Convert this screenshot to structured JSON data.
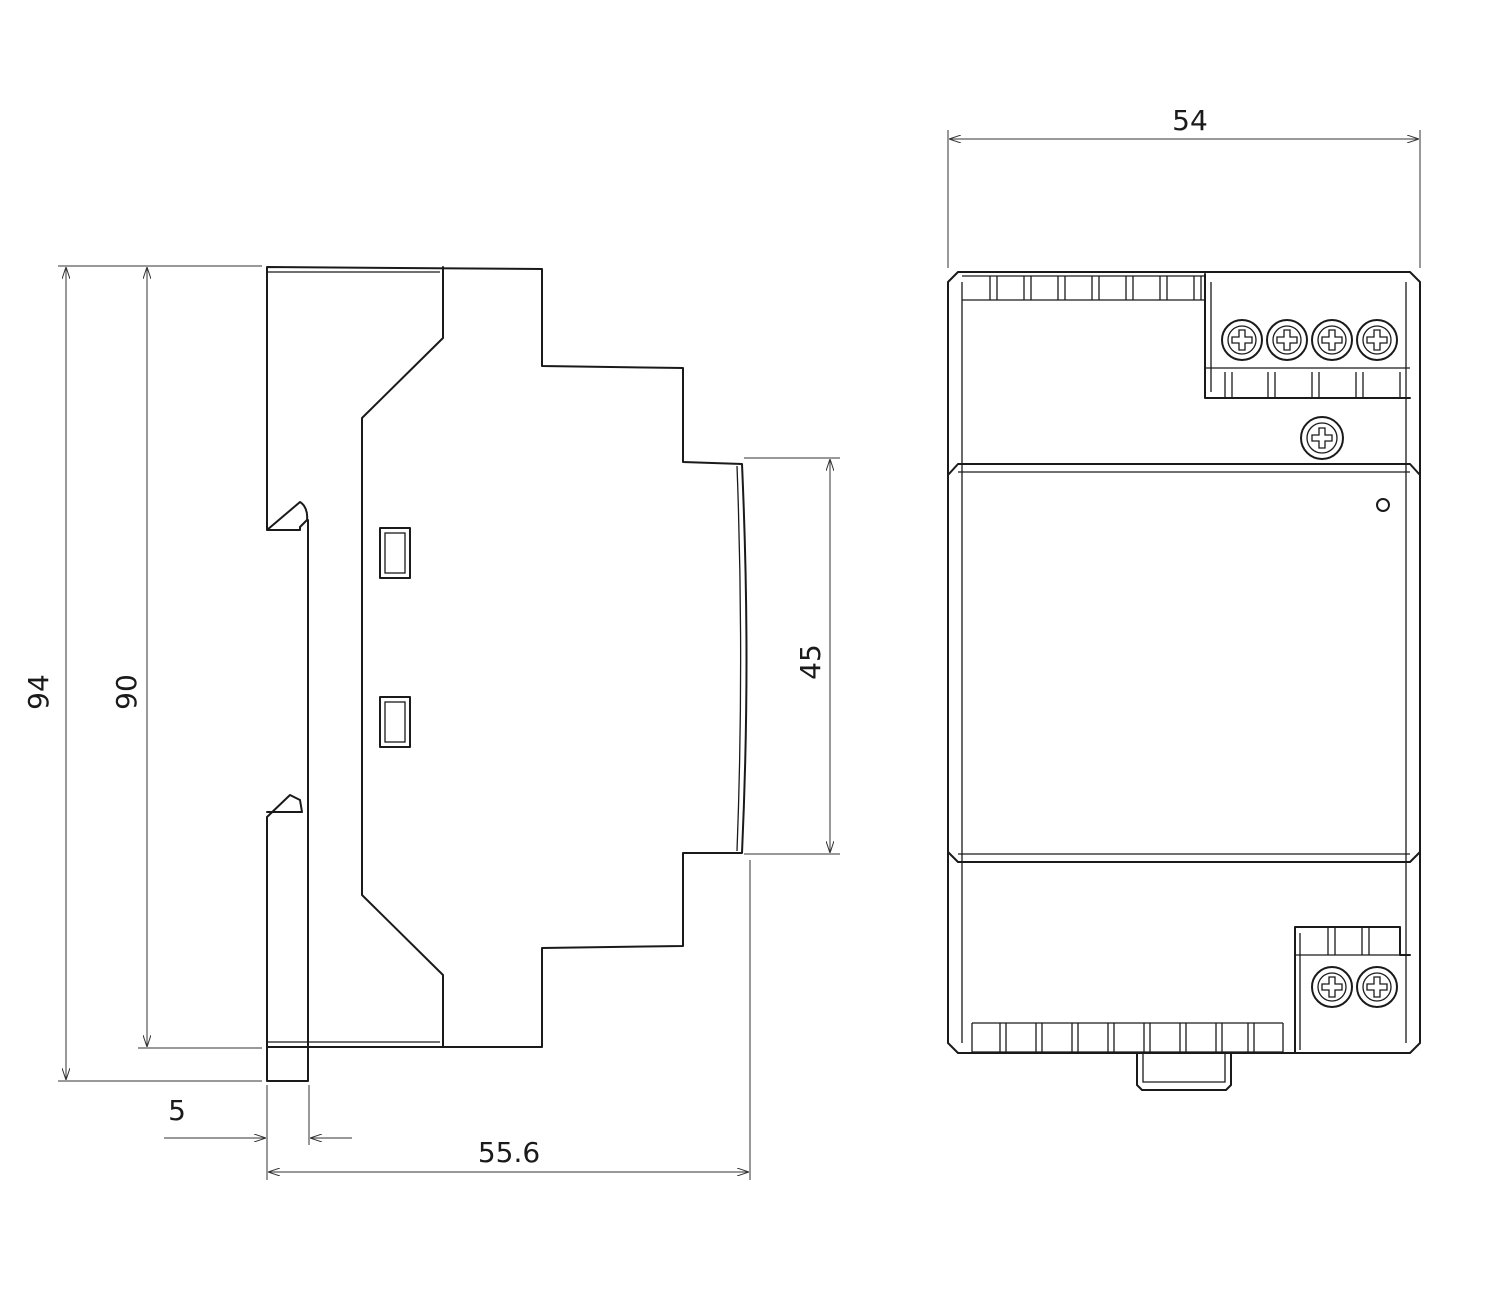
{
  "side_view": {
    "dim_total_height": "94",
    "dim_body_height": "90",
    "dim_front_height": "45",
    "dim_rail_offset": "5",
    "dim_depth": "55.6"
  },
  "front_view": {
    "dim_width": "54"
  },
  "colors": {
    "line": "#1a1a1a",
    "background": "#ffffff"
  }
}
